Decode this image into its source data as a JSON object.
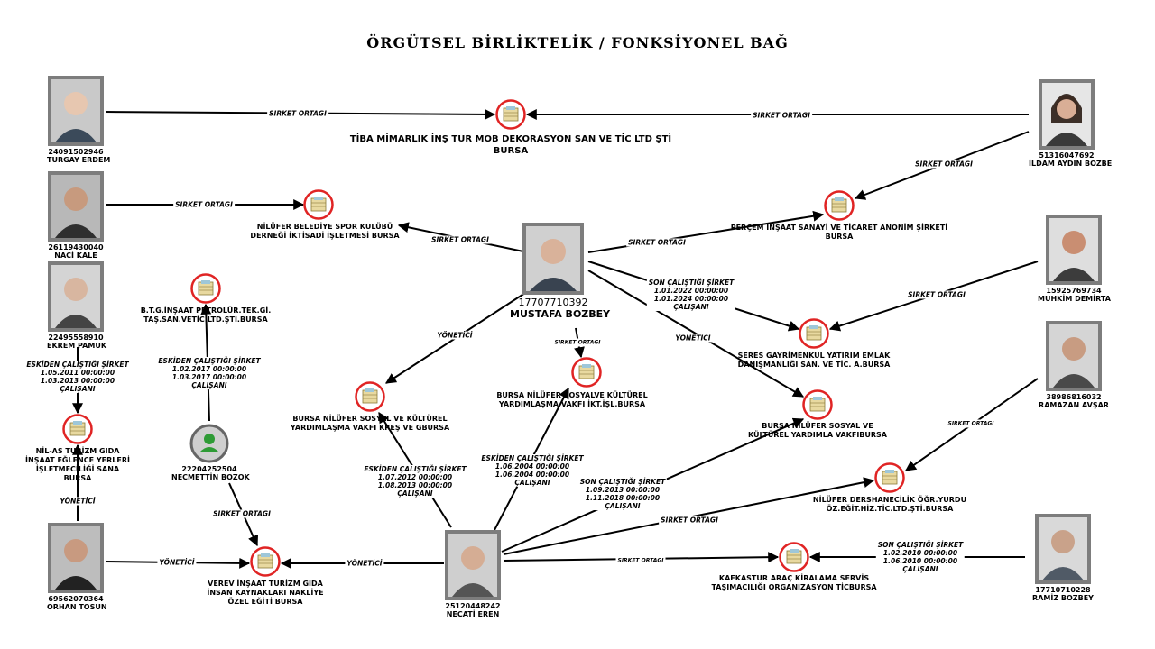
{
  "title": "ÖRGÜTSEL BİRLİKTELİK / FONKSİYONEL BAĞ",
  "persons": {
    "turgay": {
      "id": "24091502946",
      "name": "TURGAY ERDEM"
    },
    "naci": {
      "id": "26119430040",
      "name": "NACİ KALE"
    },
    "ekrem": {
      "id": "22495558910",
      "name": "EKREM PAMUK"
    },
    "orhan": {
      "id": "69562070364",
      "name": "ORHAN TOSUN"
    },
    "necmettin": {
      "id": "22204252504",
      "name": "NECMETTİN BOZOK"
    },
    "mustafa": {
      "id": "17707710392",
      "name": "MUSTAFA BOZBEY"
    },
    "necati": {
      "id": "25120448242",
      "name": "NECATİ EREN"
    },
    "ildam": {
      "id": "51316047692",
      "name": "İLDAM AYDIN BOZBE"
    },
    "muhkim": {
      "id": "15925769734",
      "name": "MUHKİM DEMİRTA"
    },
    "ramazan": {
      "id": "38986816032",
      "name": "RAMAZAN AVŞAR"
    },
    "ramiz": {
      "id": "17710710228",
      "name": "RAMİZ BOZBEY"
    }
  },
  "companies": {
    "tiba": [
      "TİBA MİMARLIK İNŞ TUR MOB DEKORASYON SAN VE TİC LTD ŞTİ",
      "BURSA"
    ],
    "nilufer_spor": [
      "NİLÜFER BELEDİYE SPOR KULÜBÜ",
      "DERNEĞİ İKTİSADİ İŞLETMESİ BURSA"
    ],
    "percem": [
      "PERÇEM İNŞAAT SANAYİ VE TİCARET ANONİM ŞİRKETİ",
      "BURSA"
    ],
    "btg": [
      "B.T.G.İNŞAAT PETROLÜR.TEK.Gİ.",
      "TAŞ.SAN.VETİC.LTD.ŞTİ.BURSA"
    ],
    "nilas": [
      "NİL-AS TURİZM GIDA",
      "İNŞAAT EĞLENCE YERLERİ",
      "İŞLETMECİLİĞİ SANA",
      "BURSA"
    ],
    "kres": [
      "BURSA NİLÜFER SOSYAL VE KÜLTÜREL",
      "YARDIMLAŞMA VAKFI KREŞ VE GBURSA"
    ],
    "iktisat": [
      "BURSA NİLÜFER SOSYALVE KÜLTÜREL",
      "YARDIMLAŞMA VAKFI İKT.İŞL.BURSA"
    ],
    "seres": [
      "SERES GAYRİMENKUL YATIRIM EMLAK",
      "DANIŞMANLIĞI SAN. VE TİC. A.BURSA"
    ],
    "vakif": [
      "BURSA NİLÜFER SOSYAL VE",
      "KÜLTÜREL YARDIMLA VAKFIBURSA"
    ],
    "dershane": [
      "NİLÜFER DERSHANECİLİK ÖĞR.YURDU",
      "ÖZ.EĞİT.HİZ.TİC.LTD.ŞTİ.BURSA"
    ],
    "verev": [
      "VEREV İNŞAAT TURİZM GIDA",
      "İNSAN KAYNAKLARI NAKLİYE",
      "ÖZEL EĞİTİ BURSA"
    ],
    "kafkastur": [
      "KAFKASTUR ARAÇ KİRALAMA SERVİS",
      "TAŞIMACILIĞI ORGANİZASYON TİCBURSA"
    ]
  },
  "edge_labels": {
    "turgay_tiba": "SIRKET ORTAGI",
    "ildam_tiba": "SIRKET ORTAGI",
    "ildam_percem": "SIRKET ORTAGI",
    "naci_spor": "SIRKET ORTAGI",
    "mustafa_spor": "SIRKET ORTAGI",
    "mustafa_percem": "SIRKET ORTAGI",
    "mustafa_seres": [
      "SON ÇALIŞTIĞI ŞİRKET",
      "1.01.2022 00:00:00",
      "1.01.2024 00:00:00",
      "ÇALIŞANI"
    ],
    "mustafa_vakif": "YÖNETİCİ",
    "mustafa_kres": "YÖNETİCİ",
    "mustafa_iktisat": "SIRKET ORTAGI",
    "muhkim_seres": "SIRKET ORTAGI",
    "ramazan_dershane": "SIRKET ORTAGI",
    "ekrem_nilas": [
      "ESKİDEN ÇALIŞTIĞI ŞİRKET",
      "1.05.2011 00:00:00",
      "1.03.2013 00:00:00",
      "ÇALIŞANI"
    ],
    "necmettin_btg": [
      "ESKİDEN ÇALIŞTIĞI ŞİRKET",
      "1.02.2017 00:00:00",
      "1.03.2017 00:00:00",
      "ÇALIŞANI"
    ],
    "orhan_nilas": "YÖNETİCİ",
    "orhan_verev": "YÖNETİCİ",
    "necmettin_verev": "SIRKET ORTAGI",
    "necati_verev": "YÖNETİCİ",
    "necati_kres": [
      "ESKİDEN ÇALIŞTIĞI ŞİRKET",
      "1.07.2012 00:00:00",
      "1.08.2013 00:00:00",
      "ÇALIŞANI"
    ],
    "necati_iktisat": [
      "ESKİDEN ÇALIŞTIĞI ŞİRKET",
      "1.06.2004 00:00:00",
      "1.06.2004 00:00:00",
      "ÇALIŞANI"
    ],
    "necati_vakif": [
      "SON ÇALIŞTIĞI ŞİRKET",
      "1.09.2013 00:00:00",
      "1.11.2018 00:00:00",
      "ÇALIŞANI"
    ],
    "necati_dershane": "SIRKET ORTAGI",
    "necati_kafkastur": "SIRKET ORTAGI",
    "ramiz_kafkastur": [
      "SON ÇALIŞTIĞI ŞİRKET",
      "1.02.2010 00:00:00",
      "1.06.2010 00:00:00",
      "ÇALIŞANI"
    ]
  },
  "colors": {
    "node_ring": "#e02424",
    "node_fill": "#e8d9a0",
    "photo_border": "#7d7d7d",
    "edge": "#000000",
    "person_icon": "#2e9b35"
  }
}
